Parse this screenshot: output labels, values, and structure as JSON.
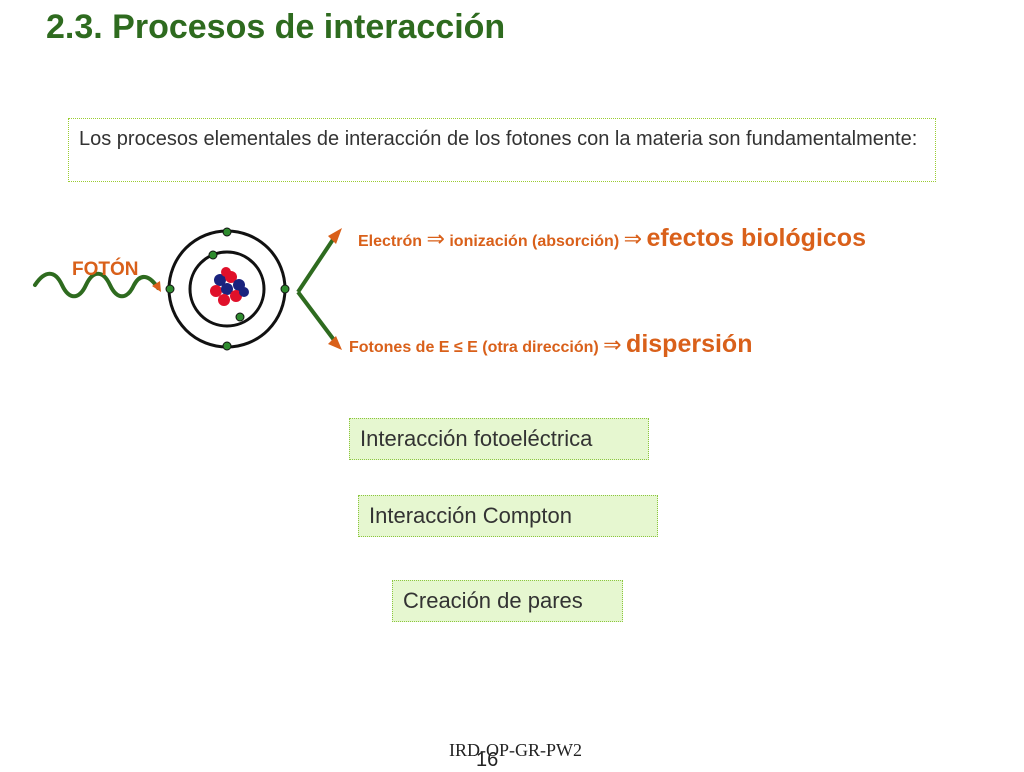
{
  "slide": {
    "title": "2.3. Procesos de interacción",
    "intro": "Los procesos elementales de interacción de los fotones con la materia son fundamentalmente:",
    "photon_label": "FOTÓN",
    "outcomes": [
      {
        "lead": "Electrón",
        "arrow1": "⇒",
        "middle": "ionización (absorción)",
        "arrow2": "⇒",
        "result": "efectos biológicos"
      },
      {
        "lead": "Fotones de E ≤ E (otra dirección)",
        "arrow1": "⇒",
        "result": "dispersión"
      }
    ],
    "interactions": [
      "Interacción fotoeléctrica",
      "Interacción Compton",
      "Creación de pares"
    ],
    "footer_code": "IRD-OP-GR-PW2",
    "page_number": "16"
  },
  "colors": {
    "title": "#2e6b1f",
    "accent_orange": "#d9601a",
    "box_fill": "#e6f7d0",
    "box_border": "#8cc63f",
    "electron_green": "#2e8b2e",
    "proton_red": "#e0102a",
    "neutron_blue": "#1a237e"
  }
}
